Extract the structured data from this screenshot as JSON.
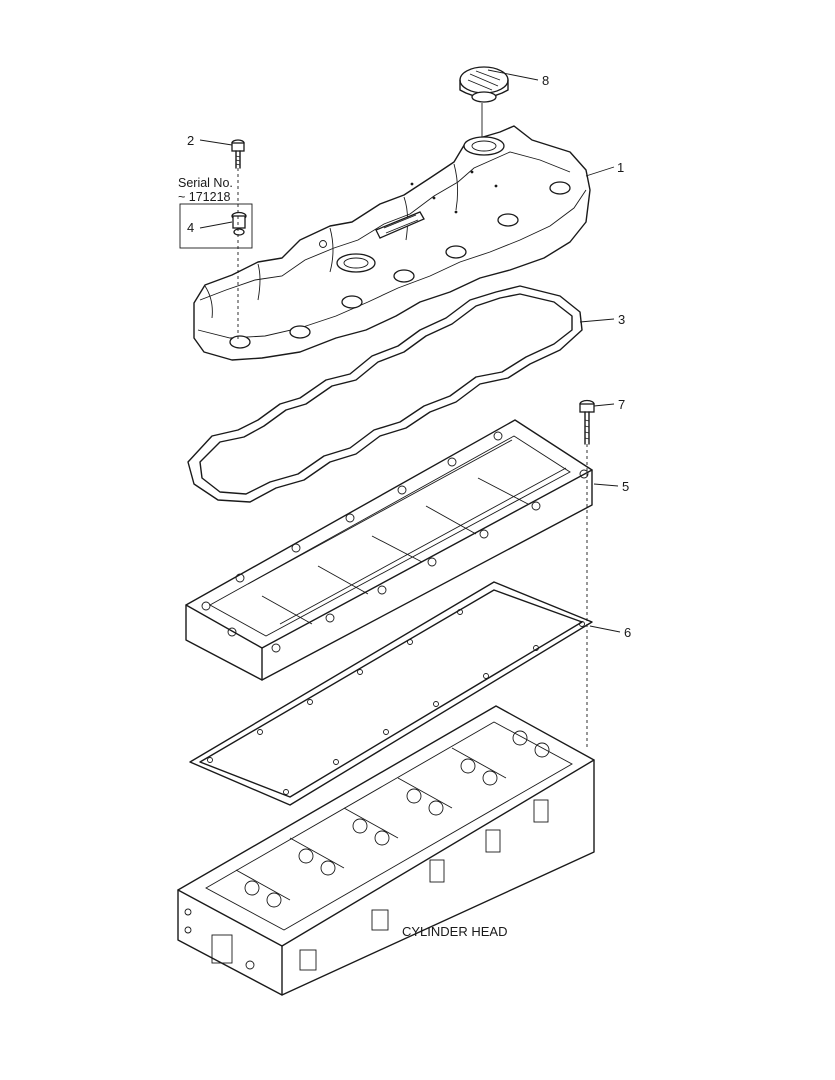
{
  "callouts": [
    {
      "id": "c1",
      "text": "1"
    },
    {
      "id": "c2",
      "text": "2"
    },
    {
      "id": "c3",
      "text": "3"
    },
    {
      "id": "c4",
      "text": "4"
    },
    {
      "id": "c5",
      "text": "5"
    },
    {
      "id": "c6",
      "text": "6"
    },
    {
      "id": "c7",
      "text": "7"
    },
    {
      "id": "c8",
      "text": "8"
    }
  ],
  "serial_note": {
    "line1": "Serial No.",
    "line2": "~ 171218"
  },
  "cylinder_head_label": "CYLINDER HEAD"
}
